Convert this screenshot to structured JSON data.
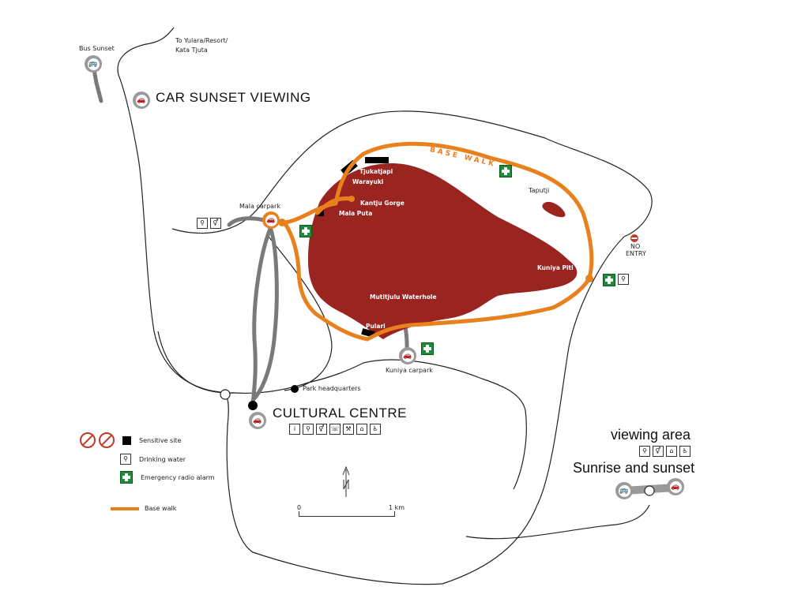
{
  "labels": {
    "to_yulara": "To Yulara/Resort/",
    "kata_tjuta": "Kata Tjuta",
    "bus_sunset": "Bus Sunset",
    "car_sunset": "CAR SUNSET VIEWING",
    "mala_carpark": "Mala carpark",
    "tjukatjapi": "Tjukatjapi",
    "warayuki": "Warayuki",
    "kantju_gorge": "Kantju Gorge",
    "mala_puta": "Mala Puta",
    "base_walk": "BASE WALK",
    "taputji": "Taputji",
    "no": "NO",
    "entry": "ENTRY",
    "kuniya_piti": "Kuniya Piti",
    "mutitjulu": "Mutitjulu Waterhole",
    "pulari": "Pulari",
    "kuniya_carpark": "Kuniya carpark",
    "park_hq": "Park headquarters",
    "cultural_centre": "CULTURAL CENTRE",
    "viewing_area": "viewing area",
    "sunrise_sunset": "Sunrise and sunset",
    "scale_0": "0",
    "scale_1km": "1 km"
  },
  "legend": {
    "sensitive_site": "Sensitive site",
    "drinking_water": "Drinking water",
    "emergency": "Emergency radio alarm",
    "base_walk": "Base walk"
  },
  "icons": {
    "bus": "bus-icon",
    "car": "car-icon",
    "tap": "drinking-water-icon",
    "toilets": "toilets-icon",
    "info": "info-icon",
    "phone": "phone-icon",
    "picnic": "picnic-shelter-icon",
    "wheelchair": "wheelchair-icon",
    "first_aid": "first-aid-icon",
    "no_photo": "no-photography-icon"
  },
  "colors": {
    "rock": "#992420",
    "base_walk": "#e8801e",
    "road": "#222222",
    "track": "#7a7a7a",
    "first_aid": "#1f8a3a"
  }
}
